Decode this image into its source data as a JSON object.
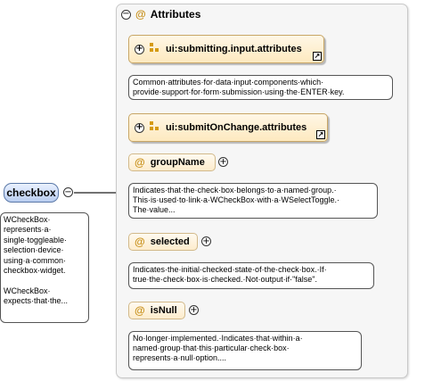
{
  "attributes_group": {
    "label": "Attributes"
  },
  "element": {
    "name": "checkbox",
    "doc": "WCheckBox·\nrepresents·a·\nsingle·toggleable·\nselection·device·\nusing·a·common·\ncheckbox·widget.\n\nWCheckBox·\nexpects·that·the..."
  },
  "groups": [
    {
      "name": "ui:submitting.input.attributes",
      "doc": "Common·attributes·for·data·input·components·which·\nprovide·support·for·form·submission·using·the·ENTER·key."
    },
    {
      "name": "ui:submitOnChange.attributes"
    }
  ],
  "attributes": [
    {
      "name": "groupName",
      "doc": "Indicates·that·the·check·box·belongs·to·a·named·group.·\nThis·is·used·to·link·a·WCheckBox·with·a·WSelectToggle.·\nThe·value..."
    },
    {
      "name": "selected",
      "doc": "Indicates·the·initial·checked·state·of·the·check·box.·If·\ntrue·the·check·box·is·checked.·Not·output·if·\"false\"."
    },
    {
      "name": "isNull",
      "doc": "No·longer·implemented.·Indicates·that·within·a·\nnamed·group·that·this·particular·check·box·\nrepresents·a·null·option...."
    }
  ],
  "symbols": {
    "collapse": "−",
    "expand": "+",
    "attribute_marker": "@"
  },
  "colors": {
    "attribute_marker": "#c8901a",
    "element_border": "#5b79a8",
    "group_ref_border": "#c8a666"
  }
}
